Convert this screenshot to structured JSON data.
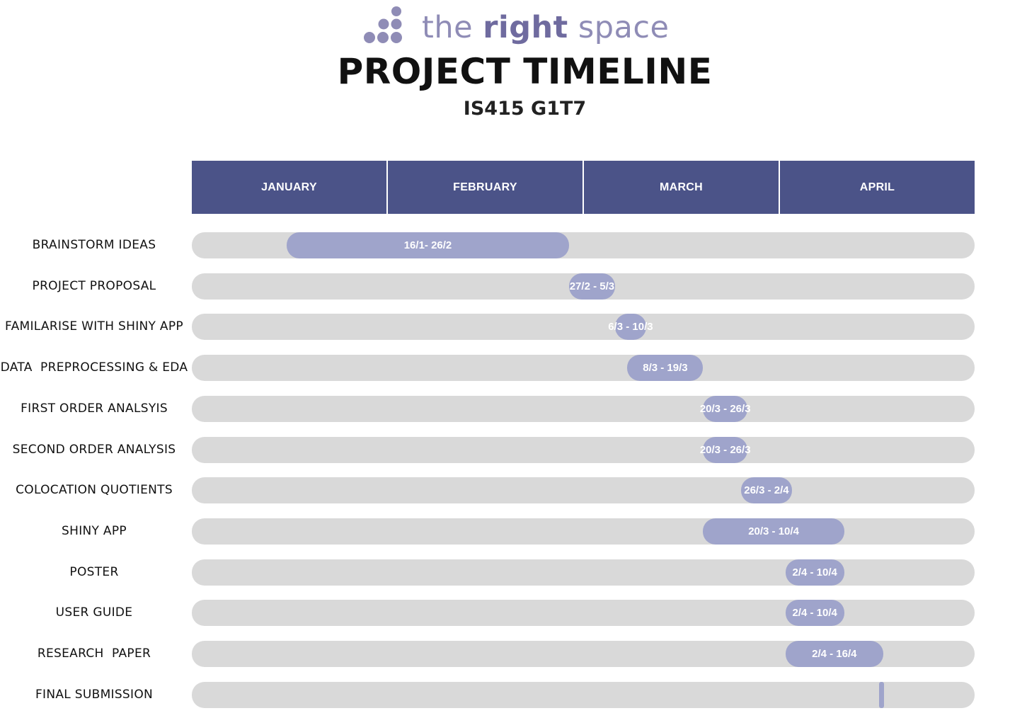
{
  "logo": {
    "text_light": "the ",
    "text_dark": "right",
    "text_light2": " space"
  },
  "title": "PROJECT TIMELINE",
  "subtitle": "IS415 G1T7",
  "colors": {
    "header": "#4b5388",
    "track": "#d9d9d9",
    "bar": "#9fa4cb",
    "logo_dots": "#8f8cb6"
  },
  "chart_data": {
    "type": "bar",
    "orientation": "horizontal-gantt",
    "months": [
      "JANUARY",
      "FEBRUARY",
      "MARCH",
      "APRIL"
    ],
    "tasks": [
      {
        "name": "BRAINSTORM IDEAS",
        "label": "16/1- 26/2",
        "start": "16/1",
        "end": "26/2"
      },
      {
        "name": "PROJECT PROPOSAL",
        "label": "27/2 - 5/3",
        "start": "27/2",
        "end": "5/3"
      },
      {
        "name": "FAMILARISE WITH SHINY APP",
        "label": "6/3 - 10/3",
        "start": "6/3",
        "end": "10/3"
      },
      {
        "name": "DATA  PREPROCESSING & EDA",
        "label": "8/3 - 19/3",
        "start": "8/3",
        "end": "19/3"
      },
      {
        "name": "FIRST ORDER ANALSYIS",
        "label": "20/3 - 26/3",
        "start": "20/3",
        "end": "26/3"
      },
      {
        "name": "SECOND ORDER ANALYSIS",
        "label": "20/3 - 26/3",
        "start": "20/3",
        "end": "26/3"
      },
      {
        "name": "COLOCATION QUOTIENTS",
        "label": "26/3 - 2/4",
        "start": "26/3",
        "end": "2/4"
      },
      {
        "name": "SHINY APP",
        "label": "20/3 - 10/4",
        "start": "20/3",
        "end": "10/4"
      },
      {
        "name": "POSTER",
        "label": "2/4 - 10/4",
        "start": "2/4",
        "end": "10/4"
      },
      {
        "name": "USER GUIDE",
        "label": "2/4 - 10/4",
        "start": "2/4",
        "end": "10/4"
      },
      {
        "name": "RESEARCH  PAPER",
        "label": "2/4 - 16/4",
        "start": "2/4",
        "end": "16/4"
      },
      {
        "name": "FINAL SUBMISSION",
        "label": "",
        "start": "16/4",
        "end": "16/4"
      }
    ]
  }
}
